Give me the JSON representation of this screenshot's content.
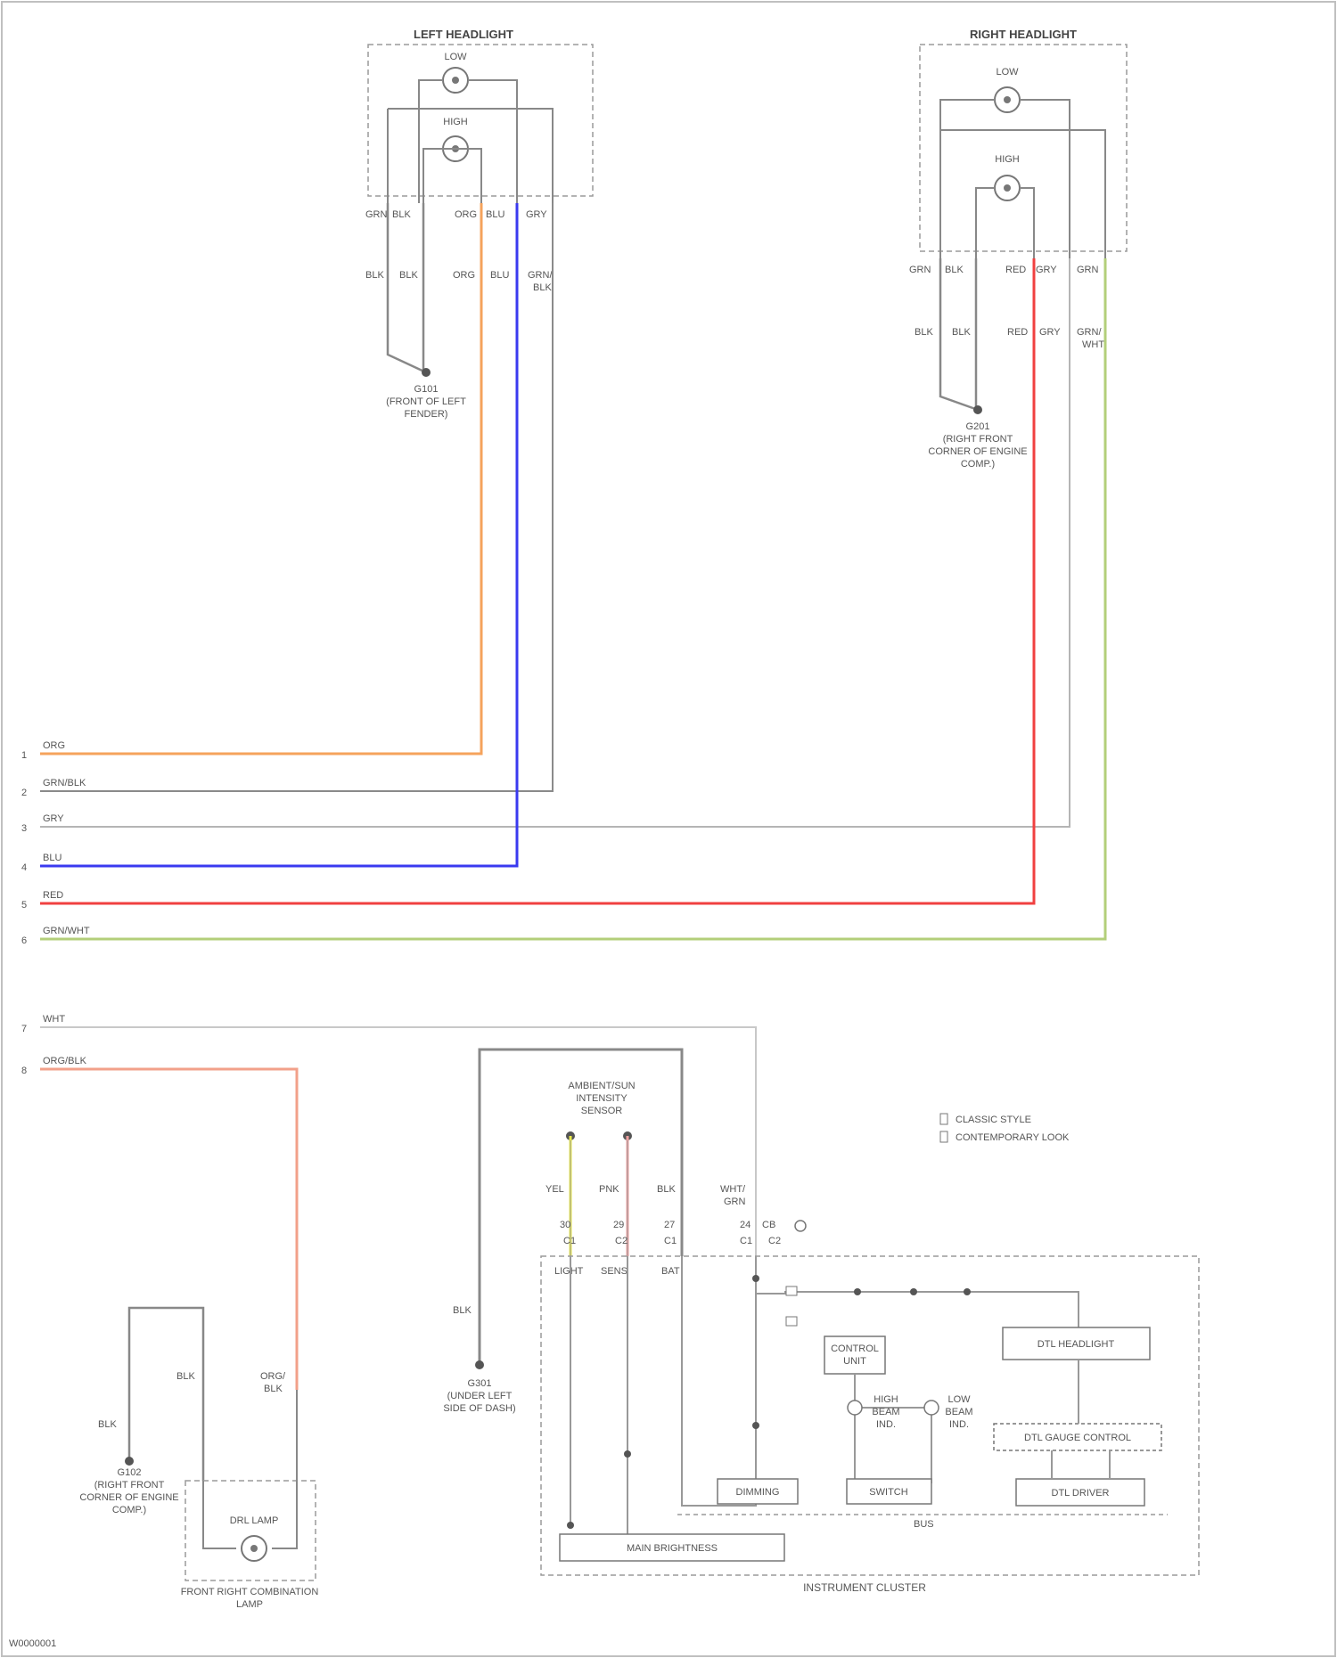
{
  "colors": {
    "orange": "#f5a35c",
    "blue": "#3a3af0",
    "red": "#f04040",
    "green": "#b3cf7a",
    "yellow": "#eaea4a",
    "pink": "#f0a0a0",
    "gray": "#8a8a8a",
    "frame": "#9a9a9a"
  },
  "headlights": {
    "left_title": "LEFT HEADLIGHT",
    "right_title": "RIGHT HEADLIGHT",
    "low_label": "LOW",
    "high_label": "HIGH",
    "left_ground_label": [
      "G101",
      "(FRONT OF LEFT",
      "FENDER)"
    ],
    "right_ground_label": [
      "G201",
      "(RIGHT FRONT",
      "CORNER OF ENGINE",
      "COMP.)"
    ]
  },
  "harness_lines": [
    {
      "num": "1",
      "name": "ORG"
    },
    {
      "num": "2",
      "name": "GRN/BLK"
    },
    {
      "num": "3",
      "name": "GRY"
    },
    {
      "num": "4",
      "name": "BLU"
    },
    {
      "num": "5",
      "name": "RED"
    },
    {
      "num": "6",
      "name": "GRN/WHT"
    },
    {
      "num": "7",
      "name": "WHT"
    },
    {
      "num": "8",
      "name": "ORG/BLK"
    }
  ],
  "lower": {
    "sensor_label": [
      "AMBIENT/SUN",
      "INTENSITY",
      "SENSOR"
    ],
    "wire_yel": "YEL",
    "wire_pnk": "PNK",
    "wire_blk": "BLK",
    "wire_wht_grn": [
      "WHT/",
      "GRN"
    ],
    "ground_center": [
      "G301",
      "(UNDER LEFT",
      "SIDE OF DASH)"
    ],
    "ground_left": [
      "G102",
      "(RIGHT FRONT",
      "CORNER OF ENGINE",
      "COMP.)"
    ],
    "drl_lamp": "DRL LAMP",
    "front_combo": [
      "FRONT RIGHT COMBINATION",
      "LAMP"
    ],
    "legend_1": "CLASSIC STYLE",
    "legend_2": "CONTEMPORARY LOOK",
    "box_control_unit": [
      "CONTROL",
      "UNIT"
    ],
    "box_dimming": "DIMMING",
    "box_switch": "SWITCH",
    "box_high_beam": [
      "HIGH",
      "BEAM",
      "IND."
    ],
    "box_low_beam": [
      "LOW",
      "BEAM",
      "IND."
    ],
    "box_dtl_headlight": "DTL HEADLIGHT",
    "box_dtl_gauge": "DTL GAUGE CONTROL",
    "box_dtl_driver": "DTL DRIVER",
    "box_main_brightness": "MAIN BRIGHTNESS",
    "cluster_label": "INSTRUMENT CLUSTER",
    "code_label": "W0000001"
  }
}
